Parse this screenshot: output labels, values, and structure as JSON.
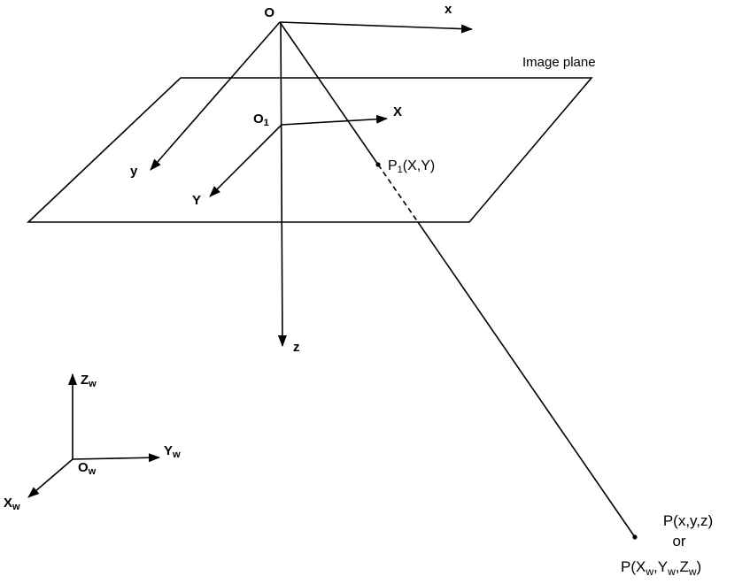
{
  "colors": {
    "stroke": "#000000",
    "background": "#ffffff"
  },
  "camera_frame": {
    "origin": "O",
    "axis_x": "x",
    "axis_y": "y",
    "axis_z": "z"
  },
  "image_plane": {
    "label": "Image plane",
    "origin": {
      "base": "O",
      "sub": "1"
    },
    "axis_X": "X",
    "axis_Y": "Y",
    "point_p1": {
      "base": "P",
      "sub": "1",
      "coords": "(X,Y)"
    }
  },
  "world_frame": {
    "origin": {
      "base": "O",
      "sub": "w"
    },
    "axis_x": {
      "base": "X",
      "sub": "w"
    },
    "axis_y": {
      "base": "Y",
      "sub": "w"
    },
    "axis_z": {
      "base": "Z",
      "sub": "w"
    }
  },
  "point_p": {
    "line1": "P(x,y,z)",
    "line2": "or",
    "line3": {
      "s1": "P(X",
      "s2": "w",
      "s3": ",Y",
      "s4": "w",
      "s5": ",Z",
      "s6": "w",
      "s7": ")"
    }
  }
}
